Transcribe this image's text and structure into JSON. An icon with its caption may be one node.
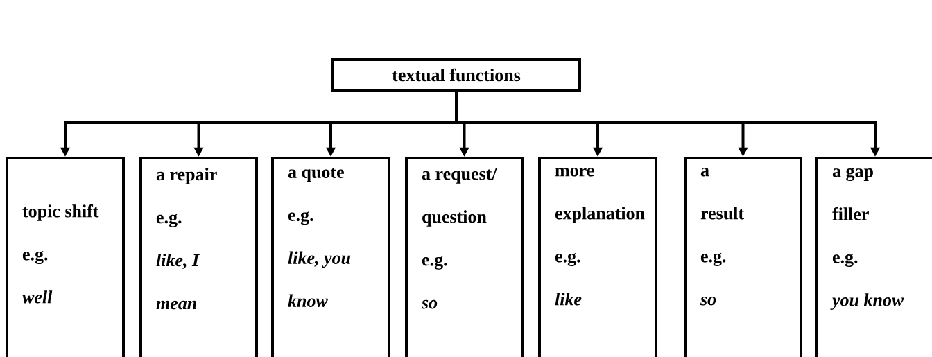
{
  "diagram": {
    "nodes": [
      {
        "text": [
          "textual functions"
        ]
      },
      {
        "text": [
          "topic shift",
          "e.g.",
          "well"
        ]
      },
      {
        "text": [
          "a repair",
          "e.g.",
          "like, I mean"
        ]
      },
      {
        "text": [
          "a quote",
          "e.g.",
          "like, you know"
        ]
      },
      {
        "text": [
          "a request/ question",
          "e.g.",
          "so"
        ]
      },
      {
        "text": [
          "more explanation",
          "e.g.",
          "like"
        ]
      },
      {
        "text": [
          "a result",
          "e.g.",
          "so"
        ]
      },
      {
        "text": [
          "a gap filler",
          "e.g.",
          "you know"
        ]
      }
    ],
    "edges": [
      {
        "from": 0,
        "to": 1,
        "arrow": "to"
      },
      {
        "from": 0,
        "to": 2,
        "arrow": "to"
      },
      {
        "from": 0,
        "to": 3,
        "arrow": "to"
      },
      {
        "from": 0,
        "to": 4,
        "arrow": "to"
      },
      {
        "from": 0,
        "to": 5,
        "arrow": "to"
      },
      {
        "from": 0,
        "to": 6,
        "arrow": "to"
      },
      {
        "from": 0,
        "to": 7,
        "arrow": "to"
      }
    ]
  }
}
